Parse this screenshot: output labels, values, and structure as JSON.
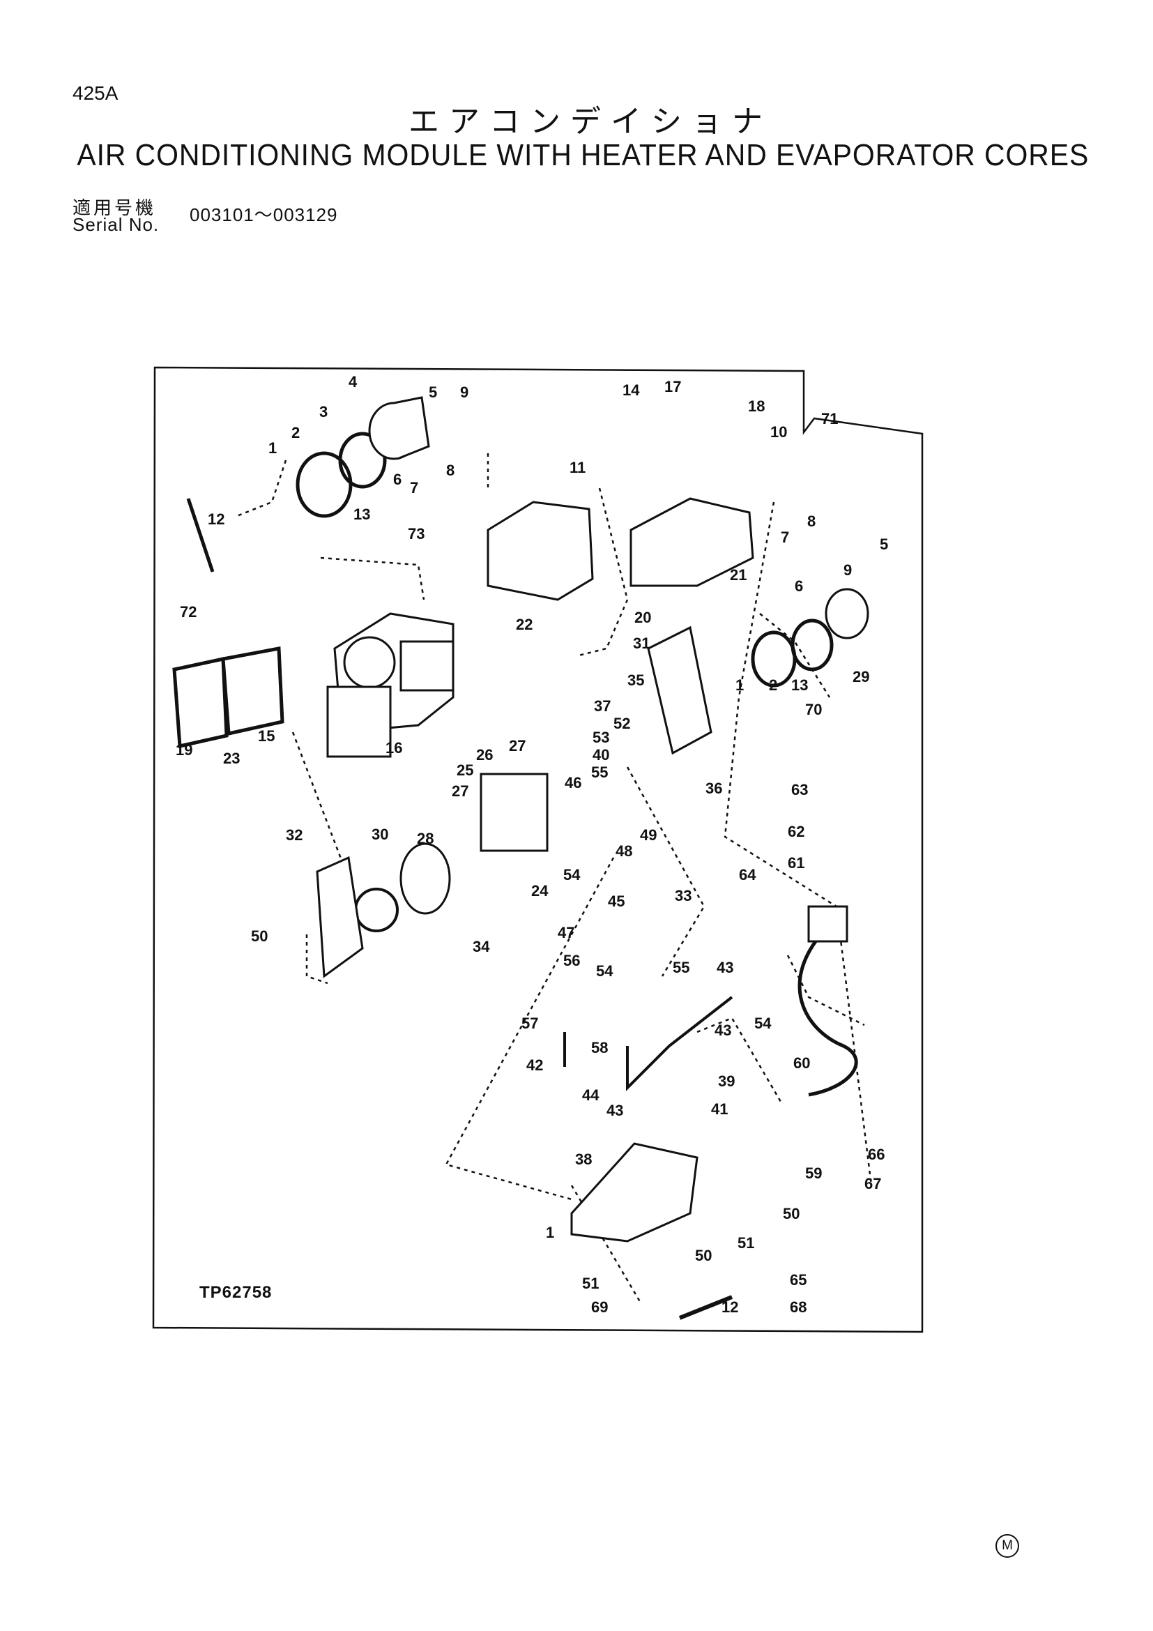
{
  "header": {
    "page_number": "425A",
    "title_japanese": "エアコンデイショナ",
    "title_english": "AIR CONDITIONING MODULE WITH HEATER AND EVAPORATOR CORES",
    "serial_label_japanese": "適用号機",
    "serial_label_english": "Serial No.",
    "serial_range": "003101～003129"
  },
  "diagram": {
    "figure_code": "TP62758",
    "callouts": [
      "1",
      "2",
      "3",
      "4",
      "5",
      "6",
      "7",
      "8",
      "9",
      "10",
      "11",
      "12",
      "13",
      "14",
      "15",
      "16",
      "17",
      "18",
      "19",
      "20",
      "21",
      "22",
      "23",
      "24",
      "25",
      "26",
      "27",
      "28",
      "29",
      "30",
      "31",
      "32",
      "33",
      "34",
      "35",
      "36",
      "37",
      "38",
      "39",
      "40",
      "41",
      "42",
      "43",
      "44",
      "45",
      "46",
      "47",
      "48",
      "49",
      "50",
      "51",
      "52",
      "53",
      "54",
      "55",
      "56",
      "57",
      "58",
      "59",
      "60",
      "61",
      "62",
      "63",
      "64",
      "65",
      "66",
      "67",
      "68",
      "69",
      "70",
      "71",
      "72",
      "73"
    ]
  },
  "footer": {
    "mark": "M"
  }
}
